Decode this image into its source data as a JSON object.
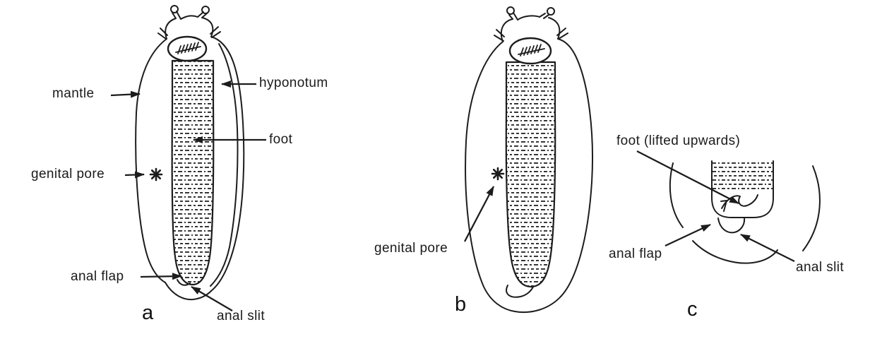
{
  "figure_type": "anatomical line diagram, ventral view of slug",
  "colors": {
    "background": "#ffffff",
    "ink": "#1c1c1c"
  },
  "panels": [
    {
      "caption": "a",
      "labels": {
        "mantle": "mantle",
        "hyponotum": "hyponotum",
        "foot": "foot",
        "genital_pore": "genital pore",
        "anal_flap": "anal flap",
        "anal_slit": "anal slit"
      }
    },
    {
      "caption": "b",
      "labels": {
        "genital_pore": "genital pore"
      }
    },
    {
      "caption": "c",
      "labels": {
        "foot_lifted": "foot (lifted upwards)",
        "anal_flap": "anal flap",
        "anal_slit": "anal slit"
      }
    }
  ]
}
